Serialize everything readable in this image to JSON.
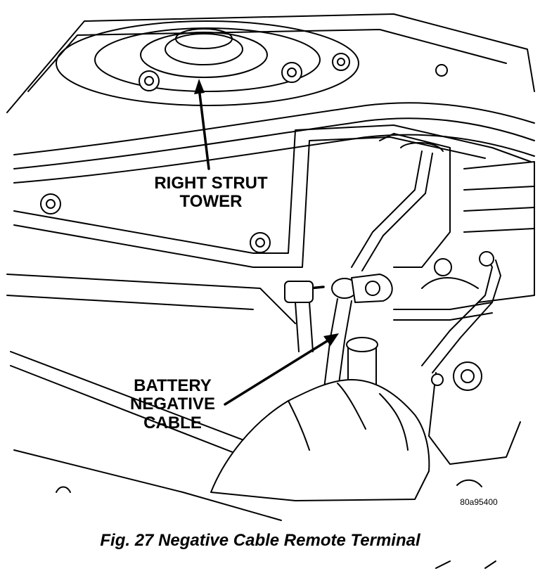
{
  "labels": {
    "right_strut_tower": "RIGHT STRUT TOWER",
    "battery_negative_cable": "BATTERY NEGATIVE CABLE",
    "figure_code": "80a95400"
  },
  "caption": "Fig. 27 Negative Cable Remote Terminal"
}
